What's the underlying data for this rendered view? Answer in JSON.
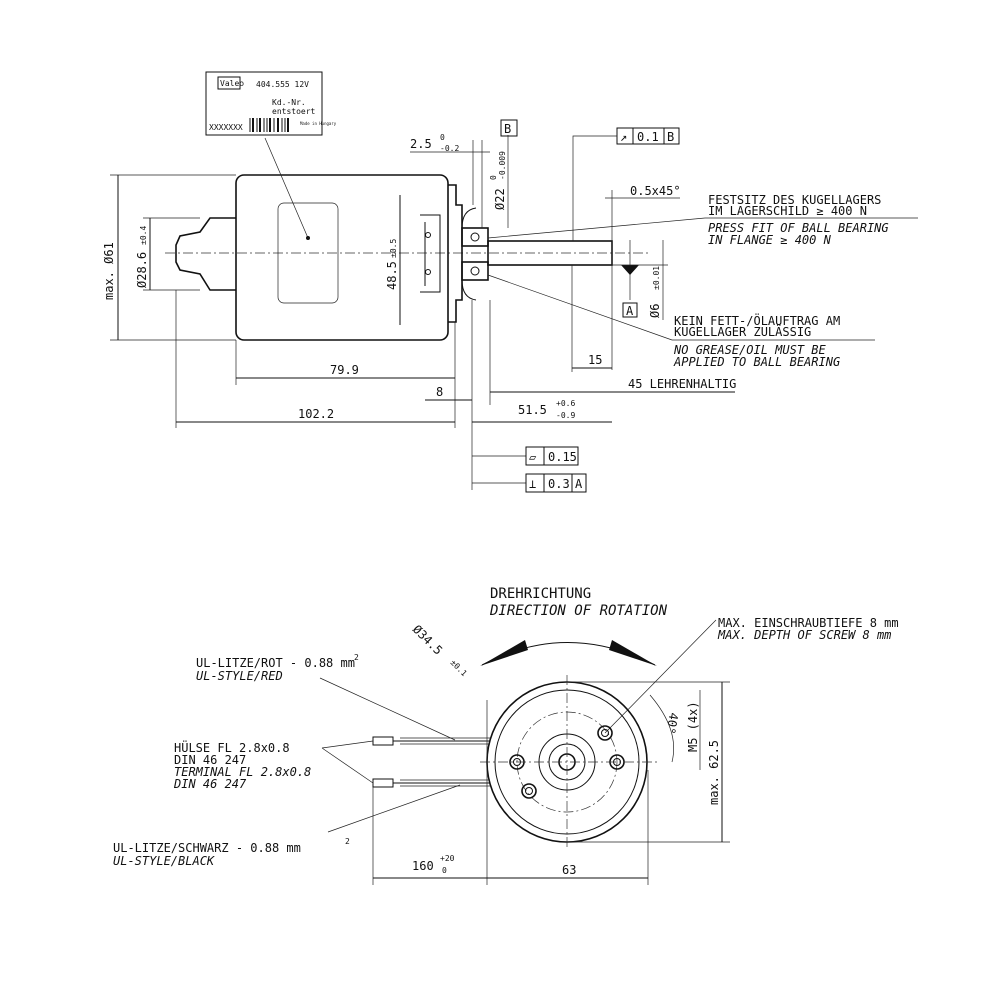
{
  "label_plate": {
    "brand": "Valeo",
    "part": "404.555 12V",
    "line2": "Kd.-Nr.",
    "line3": "entstoert",
    "code": "XXXXXXX",
    "origin": "Made in Hungary"
  },
  "datums": {
    "b": "B",
    "a": "A"
  },
  "runout_frame": {
    "symbol": "↗",
    "value": "0.1",
    "datum": "B"
  },
  "flatness_frame": {
    "symbol": "▱",
    "value": "0.15"
  },
  "perp_frame": {
    "symbol": "⊥",
    "value": "0.3",
    "datum": "A"
  },
  "dims_side": {
    "d61": "max. Ø61",
    "d28": "Ø28.6",
    "d28_tol": "±0.4",
    "d48": "48.5",
    "d48_tol": "±0.5",
    "flange": "2.5",
    "flange_up": "0",
    "flange_lo": "-0.2",
    "d22": "Ø22",
    "d22_up": "0",
    "d22_lo": "-0.009",
    "chamfer": "0.5x45°",
    "d6": "Ø6",
    "d6_tol": "±0.01",
    "len79": "79.9",
    "len102": "102.2",
    "len8": "8",
    "len51": "51.5",
    "len51_up": "+0.6",
    "len51_lo": "-0.9",
    "len15": "15",
    "len45": "45 LEHRENHALTIG"
  },
  "notes_side": {
    "press_de1": "FESTSITZ DES KUGELLAGERS",
    "press_de2": "IM LAGERSCHILD ≥ 400 N",
    "press_en1": "PRESS FIT OF BALL BEARING",
    "press_en2": "IN FLANGE ≥ 400 N",
    "grease_de1": "KEIN FETT-/ÖLAUFTRAG AM",
    "grease_de2": "KUGELLAGER ZULÄSSIG",
    "grease_en1": "NO GREASE/OIL MUST BE",
    "grease_en2": "APPLIED TO BALL BEARING"
  },
  "front_view": {
    "rot_de": "DREHRICHTUNG",
    "rot_en": "DIRECTION OF ROTATION",
    "screw_de": "MAX. EINSCHRAUBTIEFE 8 mm",
    "screw_en": "MAX. DEPTH OF SCREW 8 mm",
    "d34": "Ø34.5",
    "d34_tol": "±0.1",
    "angle": "40°",
    "m5": "M5 (4x)",
    "h62": "max. 62.5",
    "w63": "63",
    "lead": "160",
    "lead_up": "+20",
    "lead_lo": "0",
    "red_de": "UL-LITZE/ROT - 0.88 mm",
    "red_en": "UL-STYLE/RED",
    "sup2": "2",
    "term_de1": "HÜLSE FL 2.8x0.8",
    "term_de2": "DIN 46 247",
    "term_en1": "TERMINAL FL 2.8x0.8",
    "term_en2": "DIN 46 247",
    "black_de": "UL-LITZE/SCHWARZ - 0.88 mm",
    "black_en": "UL-STYLE/BLACK"
  }
}
